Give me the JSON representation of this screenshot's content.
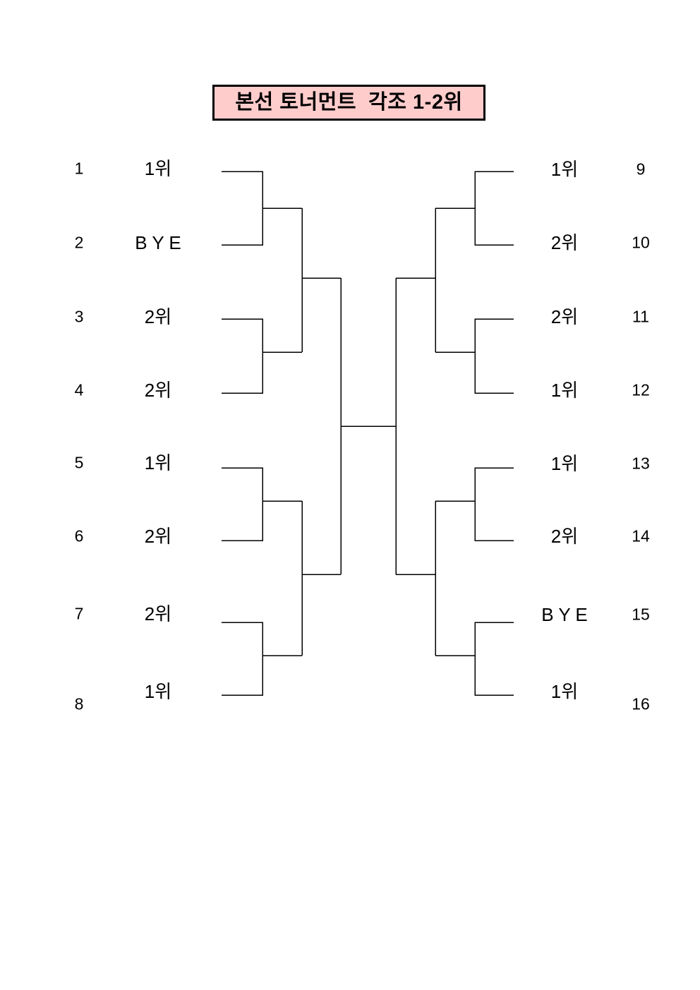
{
  "page": {
    "background": "#FFFFFF"
  },
  "title": {
    "text": "본선 토너먼트  각조 1-2위",
    "background": "#FFCCCC",
    "border_color": "#000000",
    "text_color": "#000000"
  },
  "bracket": {
    "line_color": "#000000",
    "rounds": [
      "round-of-16",
      "quarterfinal",
      "semifinal",
      "final"
    ],
    "left_slots": [
      {
        "num": "1",
        "label": "1위"
      },
      {
        "num": "2",
        "label": "B Y E"
      },
      {
        "num": "3",
        "label": "2위"
      },
      {
        "num": "4",
        "label": "2위"
      },
      {
        "num": "5",
        "label": "1위"
      },
      {
        "num": "6",
        "label": "2위"
      },
      {
        "num": "7",
        "label": "2위"
      },
      {
        "num": "8",
        "label": "1위"
      }
    ],
    "right_slots": [
      {
        "num": "9",
        "label": "1위"
      },
      {
        "num": "10",
        "label": "2위"
      },
      {
        "num": "11",
        "label": "2위"
      },
      {
        "num": "12",
        "label": "1위"
      },
      {
        "num": "13",
        "label": "1위"
      },
      {
        "num": "14",
        "label": "2위"
      },
      {
        "num": "15",
        "label": "B Y E"
      },
      {
        "num": "16",
        "label": "1위"
      }
    ]
  }
}
